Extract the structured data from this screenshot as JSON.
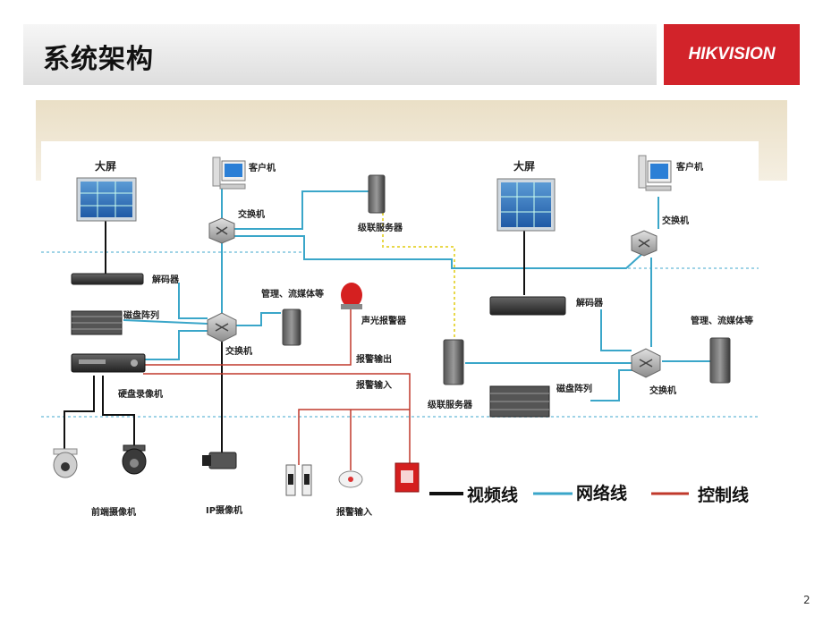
{
  "slide": {
    "title": "系统架构",
    "page_number": "2",
    "logo_text": "HIKVISION"
  },
  "colors": {
    "video_line": "#111111",
    "network_line": "#3aa6c9",
    "control_line": "#c0392b",
    "cascade_line": "#e8d84a",
    "logo_bg": "#d2232a"
  },
  "labels": {
    "left": {
      "big_screen": "大屏",
      "client": "客户机",
      "switch_top": "交换机",
      "cascade_server": "级联服务器",
      "decoder": "解码器",
      "mgmt": "管理、流媒体等",
      "disk_array": "磁盘阵列",
      "alarm_light": "声光报警器",
      "switch_mid": "交换机",
      "alarm_out": "报警输出",
      "dvr": "硬盘录像机",
      "alarm_in_line": "报警输入",
      "front_cameras": "前端摄像机",
      "ip_camera": "IP摄像机",
      "alarm_in": "报警输入"
    },
    "right": {
      "big_screen": "大屏",
      "client": "客户机",
      "switch_top": "交换机",
      "decoder": "解码器",
      "mgmt": "管理、流媒体等",
      "cascade_server": "级联服务器",
      "disk_array": "磁盘阵列",
      "switch_bottom": "交换机"
    }
  },
  "legend": [
    {
      "label": "视频线",
      "color": "#111111"
    },
    {
      "label": "网络线",
      "color": "#3aa6c9"
    },
    {
      "label": "控制线",
      "color": "#c0392b"
    }
  ]
}
